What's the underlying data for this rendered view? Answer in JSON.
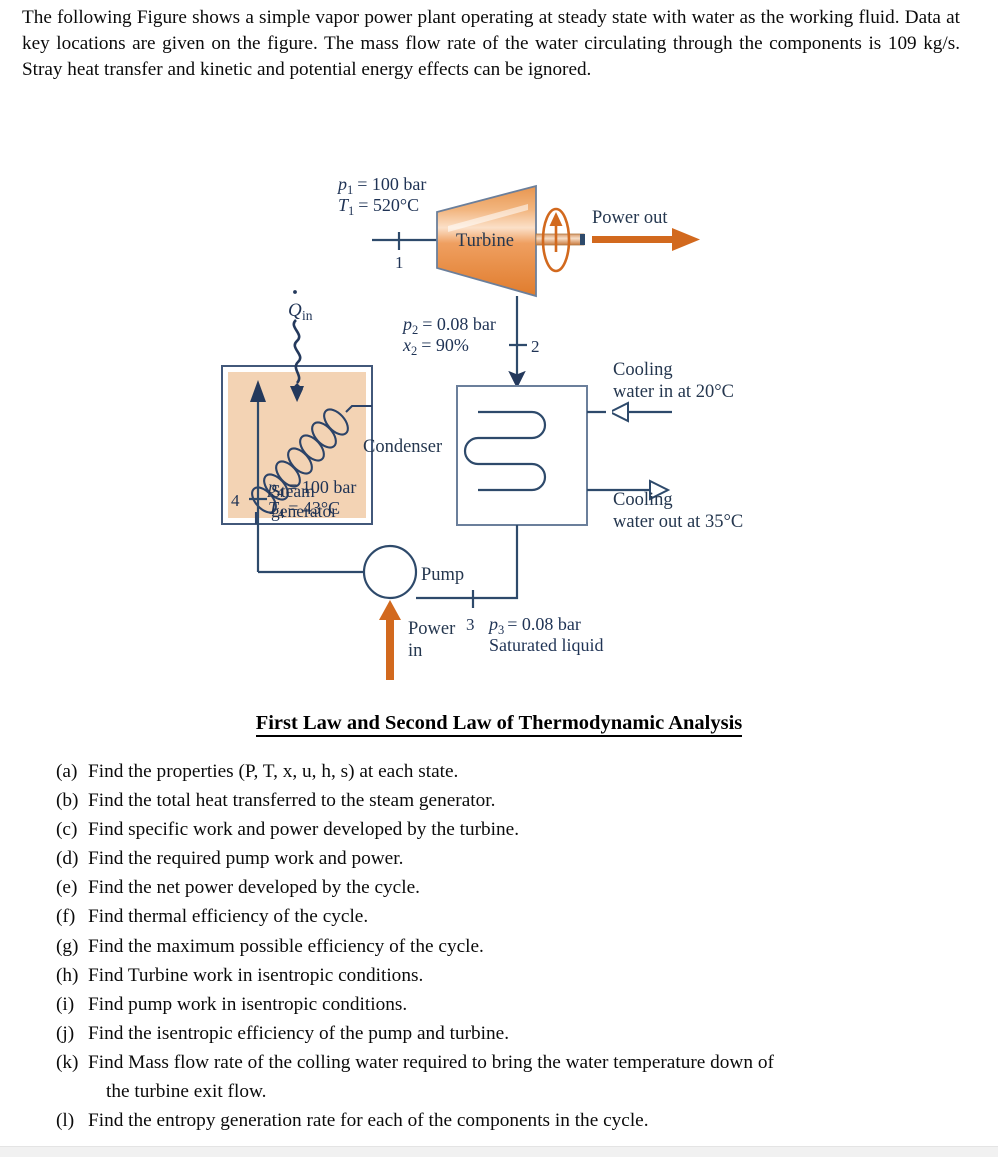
{
  "intro": {
    "paragraph": "The following Figure shows a simple vapor power plant operating at steady state with water as the working fluid. Data at key locations are given on the figure. The mass flow rate of the water circulating through the components is 109 kg/s. Stray heat transfer and kinetic and potential energy effects can be ignored."
  },
  "figure": {
    "heat_in_label_symbol": "Q",
    "heat_in_label_sub": "in",
    "steam_generator_line1": "Steam",
    "steam_generator_line2": "generator",
    "turbine_label": "Turbine",
    "power_out_label": "Power out",
    "condenser_label": "Condenser",
    "pump_label": "Pump",
    "power_in_line1": "Power",
    "power_in_line2": "in",
    "cooling_in_line1": "Cooling",
    "cooling_in_line2": "water in at 20°C",
    "cooling_out_line1": "Cooling",
    "cooling_out_line2": "water out at 35°C",
    "state1": {
      "number": "1",
      "p_var": "p",
      "p_sub": "1",
      "p_value": "= 100 bar",
      "t_var": "T",
      "t_sub": "1",
      "t_value": "= 520°C"
    },
    "state2": {
      "number": "2",
      "p_var": "p",
      "p_sub": "2",
      "p_value": "= 0.08 bar",
      "x_var": "x",
      "x_sub": "2",
      "x_value": "= 90%"
    },
    "state3": {
      "number": "3",
      "p_var": "p",
      "p_sub": "3",
      "p_value": "= 0.08 bar",
      "note": "Saturated liquid"
    },
    "state4": {
      "number": "4",
      "p_var": "p",
      "p_sub": "4",
      "p_value": "= 100 bar",
      "t_var": "T",
      "t_sub": "4",
      "t_value": "= 43°C"
    },
    "colors": {
      "line": "#2e4a6b",
      "component_fill": "#f3d3b4",
      "turbine_fill": "#e8924a",
      "accent_orange": "#d2691e",
      "box_stroke": "#5b6e8c"
    }
  },
  "section": {
    "title": "First Law and Second Law of Thermodynamic Analysis"
  },
  "questions": [
    {
      "label": "(a)",
      "text": "Find the properties (P, T, x, u, h, s) at each state."
    },
    {
      "label": "(b)",
      "text": "Find the total heat transferred to the steam generator."
    },
    {
      "label": "(c)",
      "text": "Find specific work and power developed by the turbine."
    },
    {
      "label": "(d)",
      "text": "Find the required pump work and power."
    },
    {
      "label": "(e)",
      "text": "Find the net power developed by the cycle."
    },
    {
      "label": "(f)",
      "text": "Find thermal efficiency of the cycle."
    },
    {
      "label": "(g)",
      "text": "Find the maximum possible efficiency of the cycle."
    },
    {
      "label": "(h)",
      "text": "Find Turbine work in isentropic conditions."
    },
    {
      "label": "(i)",
      "text": "Find pump work in isentropic conditions."
    },
    {
      "label": "(j)",
      "text": "Find the isentropic efficiency of the pump and turbine."
    },
    {
      "label": "(k)",
      "text": "Find Mass flow rate of the colling water required to bring the water temperature down of",
      "continuation": "the turbine exit flow."
    },
    {
      "label": "(l)",
      "text": "Find the entropy generation rate for each of the components in the cycle."
    }
  ]
}
